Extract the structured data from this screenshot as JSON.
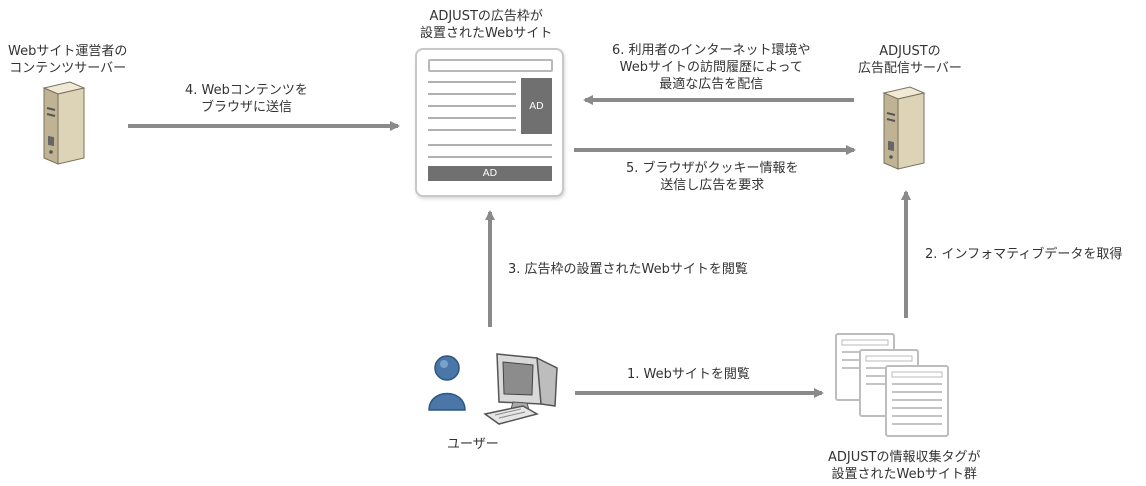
{
  "nodes": {
    "content_server": {
      "lines": [
        "Webサイト運営者の",
        "コンテンツサーバー"
      ]
    },
    "ad_site": {
      "lines": [
        "ADJUSTの広告枠が",
        "設置されたWebサイト"
      ]
    },
    "ad_server": {
      "lines": [
        "ADJUSTの",
        "広告配信サーバー"
      ]
    },
    "user": {
      "lines": [
        "ユーザー"
      ]
    },
    "tagged_sites": {
      "lines": [
        "ADJUSTの情報収集タグが",
        "設置されたWebサイト群"
      ]
    }
  },
  "mockup": {
    "ad_side": "AD",
    "ad_bottom": "AD"
  },
  "steps": {
    "s1": {
      "lines": [
        "1. Webサイトを閲覧"
      ]
    },
    "s2": {
      "lines": [
        "2. インフォマティブデータを取得"
      ]
    },
    "s3": {
      "lines": [
        "3. 広告枠の設置されたWebサイトを閲覧"
      ]
    },
    "s4": {
      "lines": [
        "4. Webコンテンツを",
        "ブラウザに送信"
      ]
    },
    "s5": {
      "lines": [
        "5. ブラウザがクッキー情報を",
        "送信し広告を要求"
      ]
    },
    "s6": {
      "lines": [
        "6. 利用者のインターネット環境や",
        "Webサイトの訪問履歴によって",
        "最適な広告を配信"
      ]
    }
  },
  "colors": {
    "arrow": "#8a8a8a",
    "server_beige": "#ddd3b6",
    "user_blue": "#4a77a8"
  }
}
